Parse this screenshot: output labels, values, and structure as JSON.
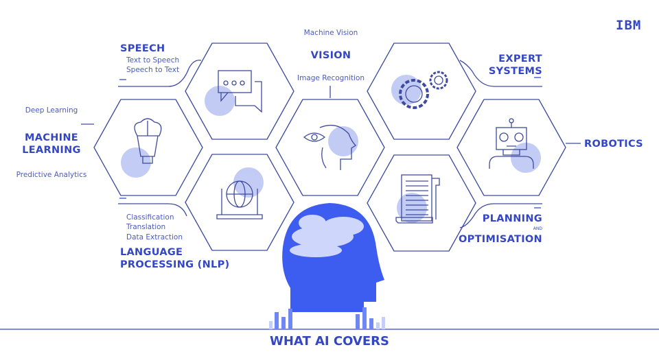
{
  "logo": "IBM",
  "title": "WHAT AI COVERS",
  "colors": {
    "accent": "#3346c6",
    "line": "#3d4a9e",
    "circle": "#b8c3f3",
    "head": "#3d5cf0"
  },
  "speech": {
    "heading": "SPEECH",
    "items": [
      "Text to Speech",
      "Speech to Text"
    ],
    "icon": "chat-bubbles-icon"
  },
  "vision": {
    "heading": "VISION",
    "top": "Machine Vision",
    "bottom": "Image Recognition",
    "icon": "eye-head-icon"
  },
  "machine_learning": {
    "heading_1": "MACHINE",
    "heading_2": "LEARNING",
    "top": "Deep Learning",
    "bottom": "Predictive Analytics",
    "icon": "brain-bulb-icon"
  },
  "nlp": {
    "heading_1": "LANGUAGE",
    "heading_2": "PROCESSING (NLP)",
    "items": [
      "Classification",
      "Translation",
      "Data Extraction"
    ],
    "icon": "globe-laptop-icon"
  },
  "expert": {
    "heading_1": "EXPERT",
    "heading_2": "SYSTEMS",
    "icon": "gears-icon"
  },
  "robotics": {
    "heading": "ROBOTICS",
    "icon": "robot-icon"
  },
  "planning": {
    "heading_1": "PLANNING",
    "and": "AND",
    "heading_2": "OPTIMISATION",
    "icon": "scroll-icon"
  }
}
